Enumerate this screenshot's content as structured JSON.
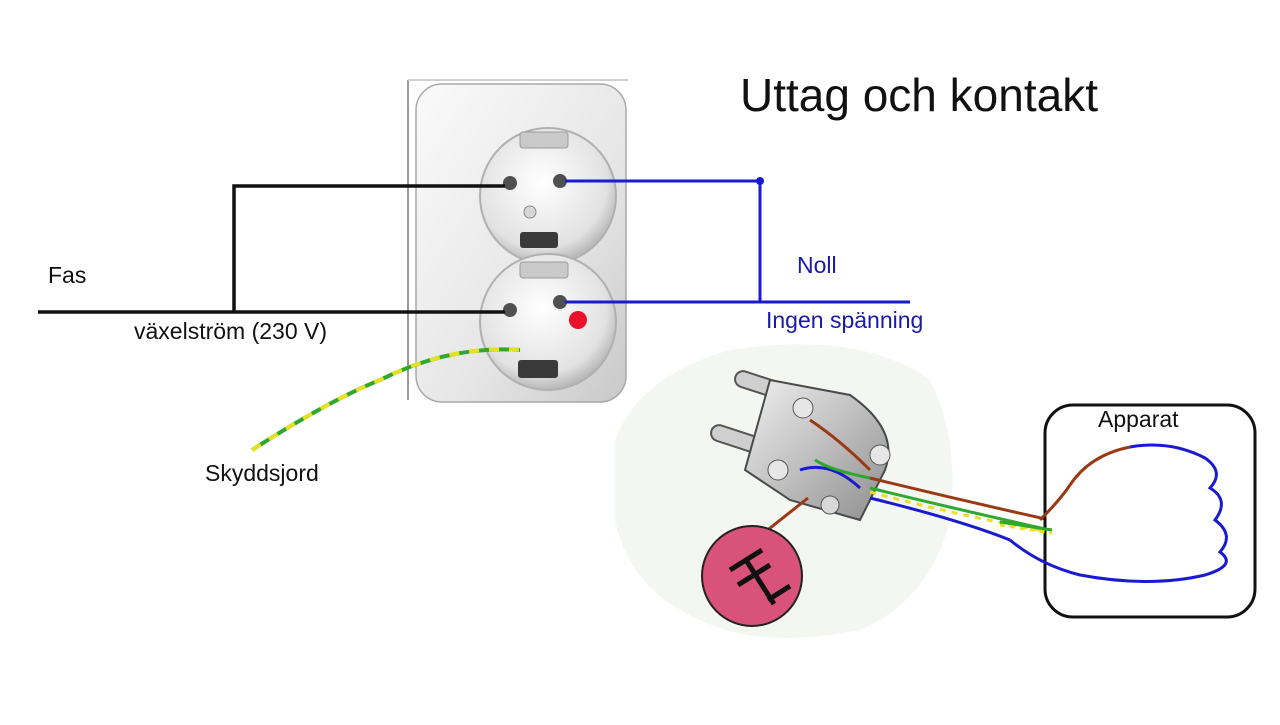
{
  "title": "Uttag och kontakt",
  "labels": {
    "phase": "Fas",
    "alternating_current": "växelström (230 V)",
    "neutral": "Noll",
    "no_voltage": "Ingen spänning",
    "protective_earth": "Skyddsjord",
    "appliance": "Apparat"
  },
  "colors": {
    "phase_wire": "#111111",
    "neutral_wire": "#1a1ad0",
    "earth_green": "#2fa82f",
    "earth_yellow": "#e8e020",
    "brown_wire": "#9a3a14",
    "indicator_dot": "#e8102a",
    "earth_symbol_disc": "#d9527a"
  },
  "icons": {
    "socket": "double-wall-socket",
    "plug": "schuko-plug",
    "earth_symbol": "earth-symbol",
    "appliance_box": "appliance-box"
  }
}
